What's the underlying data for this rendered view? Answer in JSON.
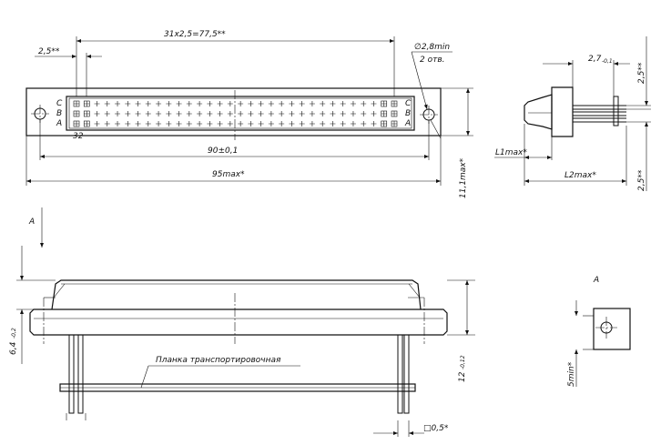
{
  "labels": {
    "pitch_span": "31x2,5=77,5**",
    "pitch_left": "2,5**",
    "hole_dia": "∅2,8min",
    "hole_count": "2 отв.",
    "row_c": "C",
    "row_b": "B",
    "row_a": "A",
    "pin_32": "32",
    "hole_spacing": "90±0,1",
    "overall_length": "95max*",
    "overall_height": "11,1max*",
    "side_dim_main": "2,7",
    "side_dim_tol": "-0,1",
    "side_pitch_top": "2,5**",
    "side_pitch_bottom": "2,5**",
    "l1": "L1max*",
    "l2": "L2max*",
    "view_a": "A",
    "height_main": "6,4",
    "height_tol": "-0,2",
    "total_height_main": "12",
    "total_height_tol": "-0,12",
    "strip_label": "Планка транспортировочная",
    "pin_square": "□0,5*",
    "view_a_detail": "A",
    "min_dim": "5min*"
  }
}
